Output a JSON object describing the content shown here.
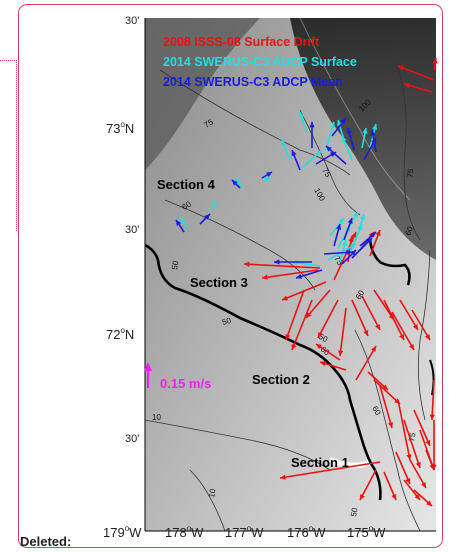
{
  "map": {
    "legend": [
      {
        "text": "2008 ISSS-08 Surface Drift",
        "color": "#ee1111"
      },
      {
        "text": "2014 SWERUS-C3 ADCP Surface",
        "color": "#22e0e0"
      },
      {
        "text": "2014 SWERUS-C3 ADCP Mean",
        "color": "#1a1ae0"
      }
    ],
    "scale_label": "0.15 m/s",
    "scale_color": "#ee22ee",
    "lat_labels": {
      "top": "30'",
      "n73": "73",
      "mid": "30'",
      "n72": "72",
      "low": "30'"
    },
    "lon_labels": [
      "179",
      "178",
      "177",
      "176",
      "175"
    ],
    "degree": "o",
    "north": "N",
    "west": "W",
    "sections": [
      "Section 4",
      "Section 3",
      "Section 2",
      "Section 1"
    ],
    "contours": [
      "75",
      "100",
      "75",
      "100",
      "75",
      "60",
      "50",
      "75",
      "60",
      "50",
      "60",
      "50",
      "60",
      "10",
      "10",
      "60",
      "75",
      "50"
    ]
  },
  "comment": {
    "deleted_label": "Deleted:"
  },
  "colors": {
    "drift": "#ee1111",
    "surface": "#22e0e0",
    "mean": "#1a1ae0",
    "frame": "#d04c5a"
  }
}
